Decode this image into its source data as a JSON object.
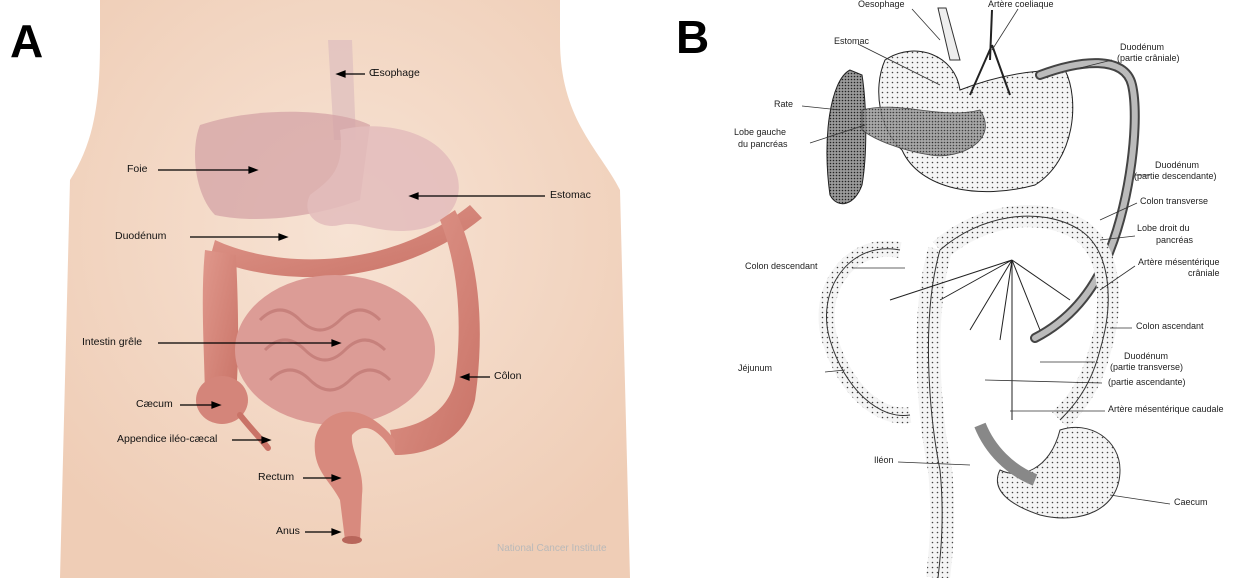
{
  "panel_a": {
    "letter": "A",
    "labels": {
      "oesophagus": "Œsophage",
      "liver": "Foie",
      "stomach": "Estomac",
      "duodenum": "Duodénum",
      "small_intestine": "Intestin grêle",
      "colon": "Côlon",
      "caecum": "Cæcum",
      "appendix": "Appendice iléo-cæcal",
      "rectum": "Rectum",
      "anus": "Anus"
    },
    "credit": "National Cancer Institute",
    "colors": {
      "skin": "#f3d9c6",
      "intestine": "#d98b7f",
      "organ": "#d7a7a8"
    }
  },
  "panel_b": {
    "letter": "B",
    "labels": {
      "oesophagus": "Oesophage",
      "coeliac_artery": "Artère coeliaque",
      "stomach": "Estomac",
      "duodenum_cranial_1": "Duodénum",
      "duodenum_cranial_2": "(partie crâniale)",
      "spleen": "Rate",
      "pancreas_left_1": "Lobe gauche",
      "pancreas_left_2": "du pancréas",
      "duodenum_desc_1": "Duodénum",
      "duodenum_desc_2": "(partie descendante)",
      "transverse_colon": "Colon transverse",
      "pancreas_right_1": "Lobe droit du",
      "pancreas_right_2": "pancréas",
      "descending_colon": "Colon descendant",
      "cranial_mesenteric_1": "Artère mésentérique",
      "cranial_mesenteric_2": "crâniale",
      "ascending_colon": "Colon ascendant",
      "duodenum_trans_1": "Duodénum",
      "duodenum_trans_2": "(partie transverse)",
      "duodenum_asc": "(partie ascendante)",
      "jejunum": "Jéjunum",
      "caudal_mesenteric": "Artère mésentérique caudale",
      "ileum": "Iléon",
      "caecum": "Caecum"
    }
  }
}
